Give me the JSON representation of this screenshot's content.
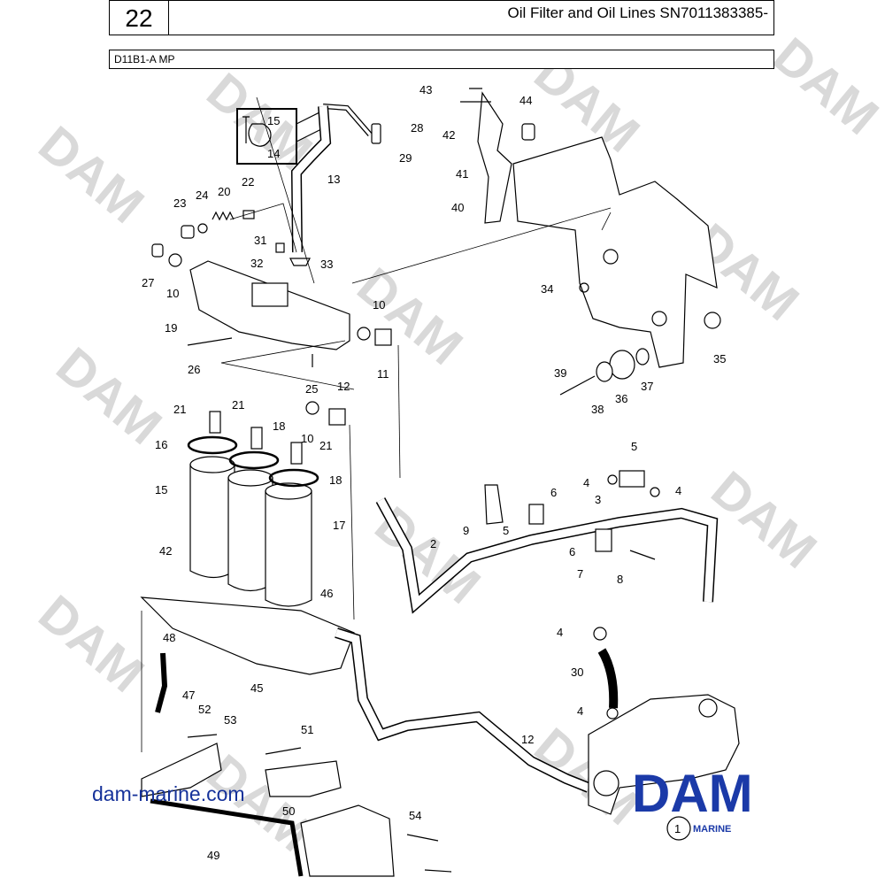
{
  "header": {
    "page_number": "22",
    "title": "Oil Filter and Oil Lines SN7011383385-"
  },
  "subheader": {
    "model": "D11B1-A MP"
  },
  "website": "dam-marine.com",
  "logo": {
    "text": "DAM",
    "sub": "MARINE",
    "badge": "1"
  },
  "watermark": "DAM",
  "colors": {
    "logo_blue": "#1b3aa8",
    "website_blue": "#16329a",
    "watermark": "#d9d9d9"
  },
  "callouts": [
    "15",
    "14",
    "28",
    "29",
    "13",
    "43",
    "44",
    "42",
    "41",
    "40",
    "23",
    "24",
    "20",
    "22",
    "31",
    "32",
    "33",
    "27",
    "10",
    "19",
    "26",
    "25",
    "10",
    "11",
    "12",
    "34",
    "35",
    "39",
    "38",
    "36",
    "37",
    "21",
    "21",
    "18",
    "16",
    "10",
    "21",
    "18",
    "15",
    "17",
    "5",
    "4",
    "4",
    "3",
    "6",
    "9",
    "5",
    "6",
    "7",
    "8",
    "2",
    "42",
    "46",
    "48",
    "47",
    "45",
    "4",
    "30",
    "4",
    "52",
    "53",
    "51",
    "12",
    "50",
    "54",
    "49"
  ]
}
